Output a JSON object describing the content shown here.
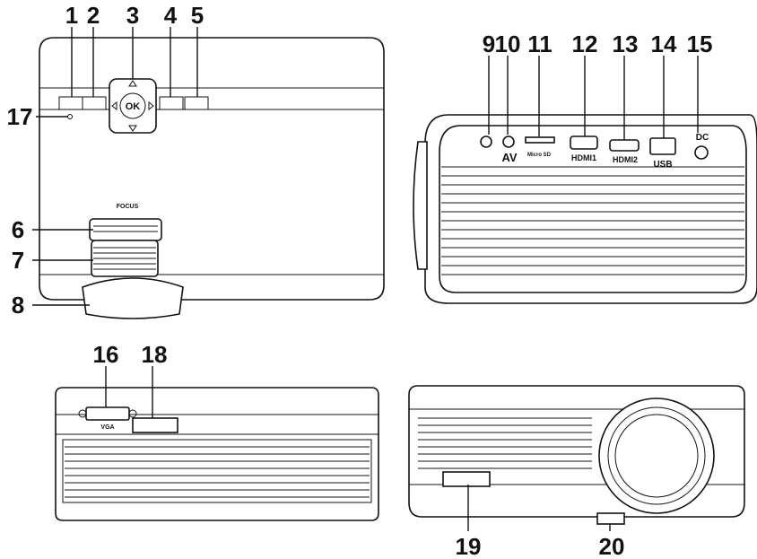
{
  "callouts": {
    "n1": "1",
    "n2": "2",
    "n3": "3",
    "n4": "4",
    "n5": "5",
    "n6": "6",
    "n7": "7",
    "n8": "8",
    "n9": "9",
    "n10": "10",
    "n11": "11",
    "n12": "12",
    "n13": "13",
    "n14": "14",
    "n15": "15",
    "n16": "16",
    "n17": "17",
    "n18": "18",
    "n19": "19",
    "n20": "20"
  },
  "labels": {
    "av": "AV",
    "hdmi1": "HDMI1",
    "hdmi2": "HDMI2",
    "usb": "USB",
    "dc": "DC",
    "vga": "VGA",
    "micro_sd": "Micro SD",
    "focus_top": "FOCUS",
    "ok": "OK"
  }
}
